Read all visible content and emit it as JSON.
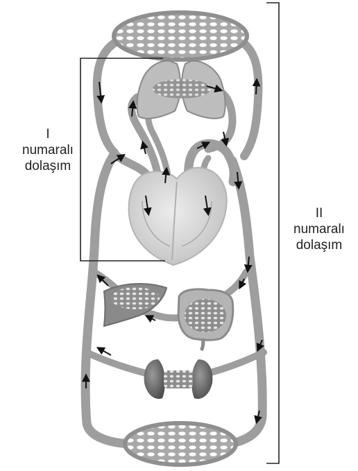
{
  "labels": {
    "circulation_I": {
      "numeral": "I",
      "line1": "numaralı",
      "line2": "dolaşım"
    },
    "circulation_II": {
      "numeral": "II",
      "line1": "numaralı",
      "line2": "dolaşım"
    }
  },
  "colors": {
    "vessel": "#9e9e9e",
    "vessel_edge": "#7d7d7d",
    "capillary_holes": "#ffffff",
    "organ_dark": "#7a7a7a",
    "heart": "#d9d9d9",
    "arrow": "#111111",
    "bracket": "#222222"
  }
}
